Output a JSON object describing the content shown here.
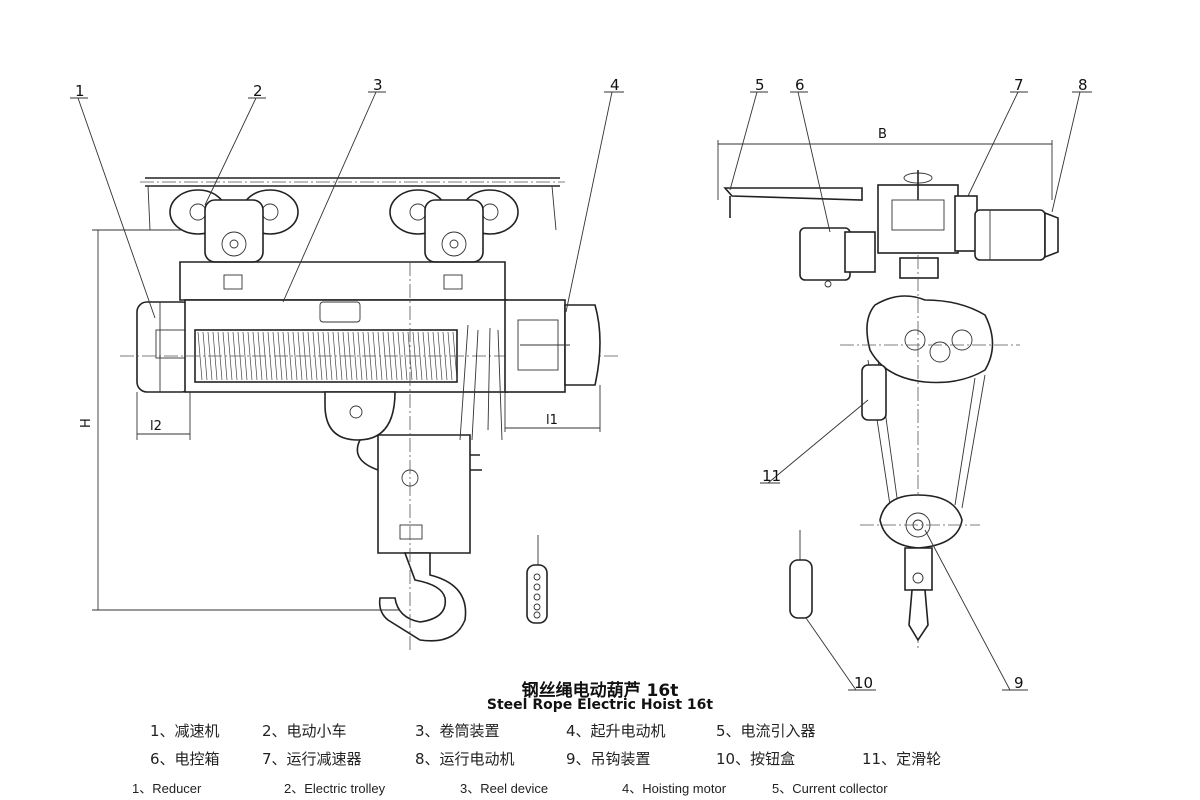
{
  "title_cn": "钢丝绳电动葫芦 16t",
  "title_en": "Steel Rope Electric Hoist 16t",
  "callouts": [
    "1",
    "2",
    "3",
    "4",
    "5",
    "6",
    "7",
    "8",
    "9",
    "10",
    "11"
  ],
  "dimensions": {
    "height": "H",
    "width": "B",
    "l1": "l1",
    "l2": "l2"
  },
  "legend_cn": [
    "1、减速机",
    "2、电动小车",
    "3、卷筒装置",
    "4、起升电动机",
    "5、电流引入器",
    "6、电控箱",
    "7、运行减速器",
    "8、运行电动机",
    "9、吊钩装置",
    "10、按钮盒",
    "11、定滑轮"
  ],
  "legend_en": [
    "1、Reducer",
    "2、Electric trolley",
    "3、Reel device",
    "4、Hoisting motor",
    "5、Current collector"
  ]
}
